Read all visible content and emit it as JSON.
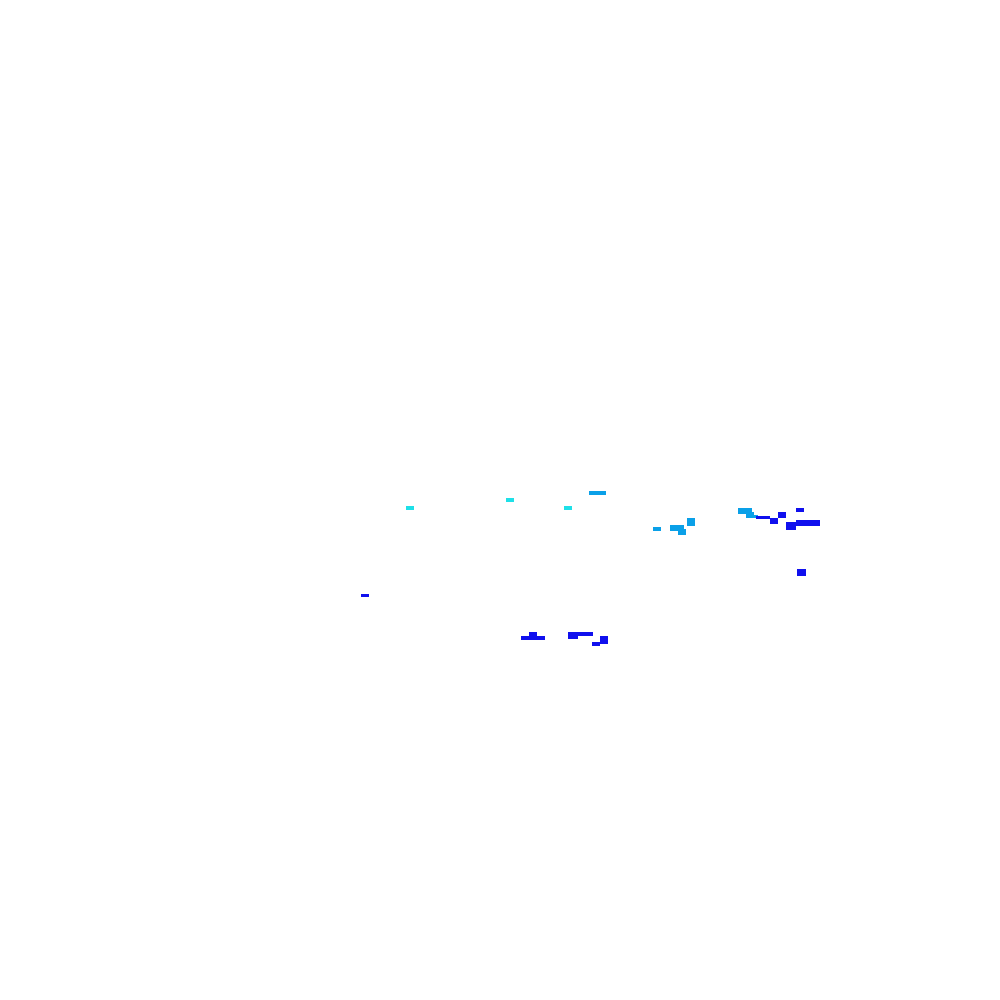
{
  "colors": {
    "background": "#ffffff",
    "cyan": "#1ee0e8",
    "sky": "#0aa0e8",
    "blue": "#1010ee"
  },
  "blips": [
    {
      "color": "cyan"
    },
    {
      "color": "cyan"
    },
    {
      "color": "cyan"
    },
    {
      "color": "sky"
    },
    {
      "color": "sky"
    },
    {
      "color": "sky"
    },
    {
      "color": "sky"
    },
    {
      "color": "sky"
    },
    {
      "color": "sky"
    },
    {
      "color": "sky"
    },
    {
      "color": "sky"
    },
    {
      "color": "blue"
    },
    {
      "color": "blue"
    },
    {
      "color": "blue"
    },
    {
      "color": "blue"
    },
    {
      "color": "blue"
    },
    {
      "color": "blue"
    },
    {
      "color": "blue"
    },
    {
      "color": "blue"
    },
    {
      "color": "blue"
    },
    {
      "color": "blue"
    },
    {
      "color": "blue"
    },
    {
      "color": "blue"
    },
    {
      "color": "blue"
    },
    {
      "color": "blue"
    },
    {
      "color": "blue"
    }
  ]
}
